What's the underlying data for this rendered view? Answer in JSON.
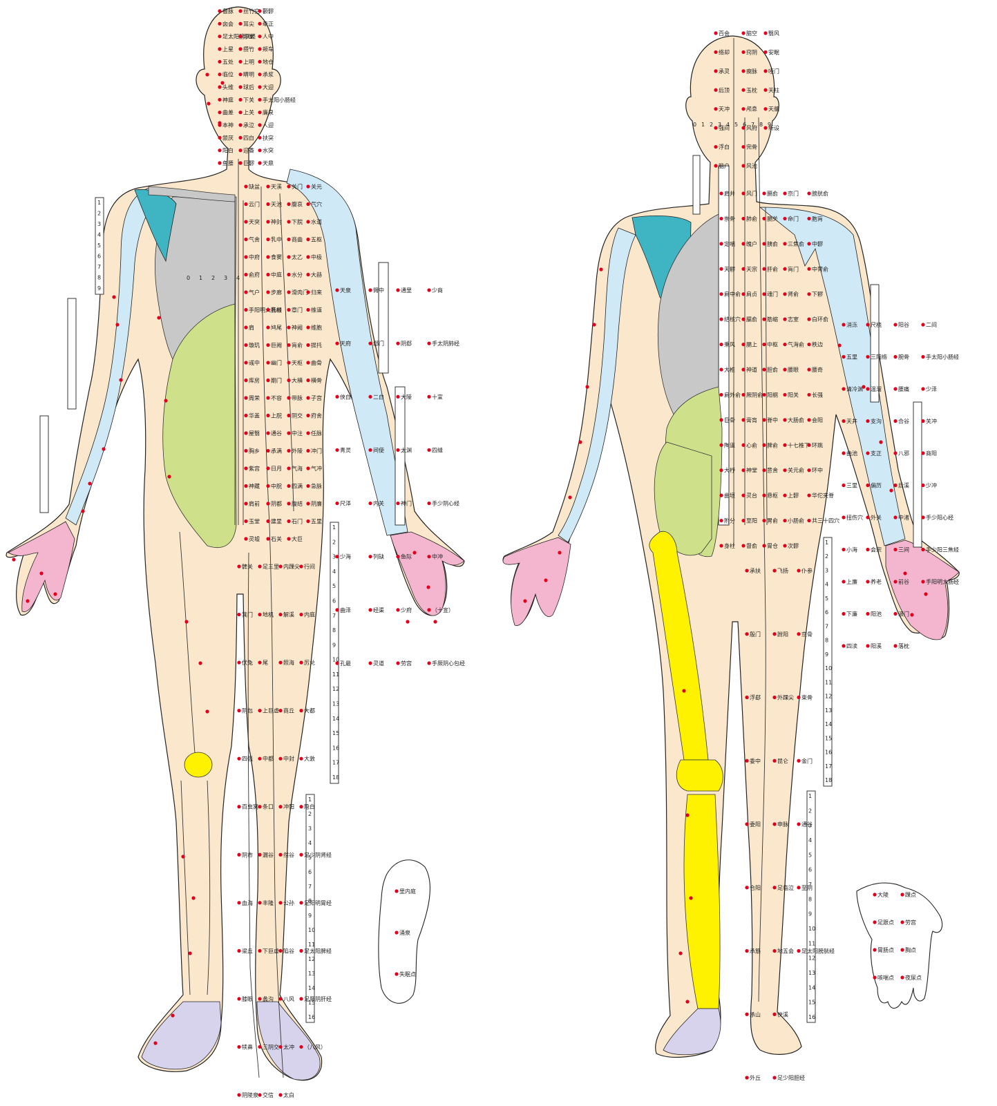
{
  "colors": {
    "skin": "#fbe8cc",
    "point": "#e0001b",
    "large_intestine_channel": "#cfe9f7",
    "scapula": "#3fb4c3",
    "ribs": "#c8c8c8",
    "intestines": "#cfe08a",
    "hands": "#f4b6cf",
    "feet": "#d7d3ec",
    "femur_back": "#fff200",
    "patella": "#fff200"
  },
  "front": {
    "head_labels": [
      "督脉",
      "囟会",
      "足太阳膀胱经",
      "上星",
      "五处",
      "临位",
      "头维",
      "神庭",
      "曲差",
      "本神",
      "颔厌",
      "阳白",
      "鱼腰",
      "丝竹空",
      "耳尖",
      "印堂",
      "攒竹",
      "上明",
      "睛明",
      "球后",
      "下关",
      "上关",
      "承泣",
      "四白",
      "迎香",
      "巨髎",
      "颧髎",
      "牵正",
      "人中",
      "颊车",
      "地仓",
      "承浆",
      "大迎",
      "手太阳小肠经",
      "廉泉",
      "人迎",
      "扶突",
      "水突",
      "天鼎"
    ],
    "trunk_labels": [
      "缺盆",
      "云门",
      "天突",
      "气舍",
      "中府",
      "俞府",
      "气户",
      "手阳明大肠经",
      "肩",
      "璇玑",
      "彧中",
      "库房",
      "周荣",
      "华盖",
      "屋翳",
      "胸乡",
      "紫宫",
      "神藏",
      "肩前",
      "玉堂",
      "灵墟",
      "天溪",
      "天池",
      "神封",
      "乳中",
      "食窦",
      "中庭",
      "步廊",
      "乳根",
      "鸠尾",
      "巨阙",
      "幽门",
      "期门",
      "不容",
      "上脘",
      "通谷",
      "承满",
      "日月",
      "中脘",
      "阴都",
      "建里",
      "石关",
      "关门",
      "腹哀",
      "下脘",
      "商曲",
      "太乙",
      "水分",
      "滑肉门",
      "章门",
      "神阙",
      "肓俞",
      "天枢",
      "大横",
      "带脉",
      "阴交",
      "中注",
      "外陵",
      "气海",
      "四满",
      "腹结",
      "石门",
      "大巨",
      "关元",
      "气穴",
      "水道",
      "五枢",
      "中极",
      "大赫",
      "归来",
      "维道",
      "维胞",
      "提托",
      "曲骨",
      "横骨",
      "子宫",
      "府舍",
      "任脉",
      "冲门",
      "气冲",
      "急脉",
      "阴廉",
      "五里"
    ],
    "arm_labels": [
      "天泉",
      "天府",
      "侠白",
      "青灵",
      "尺泽",
      "少海",
      "曲泽",
      "孔最",
      "臂中",
      "郄门",
      "二白",
      "间使",
      "内关",
      "列缺",
      "经渠",
      "灵道",
      "通里",
      "阴郄",
      "大陵",
      "太渊",
      "神门",
      "鱼际",
      "少府",
      "劳宫",
      "少商",
      "手太阴肺经",
      "十宣",
      "四缝",
      "手少阴心经",
      "中冲",
      "（十宣）",
      "手厥阴心包经"
    ],
    "leg_labels": [
      "髀关",
      "箕门",
      "伏兔",
      "阴包",
      "四强",
      "百虫窝",
      "阴市",
      "血海",
      "梁丘",
      "膝眼",
      "犊鼻",
      "阴陵泉",
      "足三里",
      "地机",
      "尾",
      "上巨虚",
      "中都",
      "条口",
      "漏谷",
      "丰隆",
      "下巨虚",
      "蠡沟",
      "三阴交",
      "交信",
      "内踝尖",
      "解溪",
      "照海",
      "商丘",
      "中封",
      "冲阳",
      "然谷",
      "公孙",
      "陷谷",
      "八风",
      "太冲",
      "太白",
      "行间",
      "内庭",
      "厉兑",
      "大都",
      "大敦",
      "隐白",
      "足少阴肾经",
      "足阳明胃经",
      "足太阳脾经",
      "足厥阴肝经",
      "（八风）"
    ],
    "sole_labels": [
      "里内庭",
      "涌泉",
      "失眠点"
    ]
  },
  "back": {
    "head_labels": [
      "百会",
      "络却",
      "承灵",
      "后顶",
      "天冲",
      "强间",
      "浮白",
      "脑户",
      "脑空",
      "窍阴",
      "瘈脉",
      "玉枕",
      "颅息",
      "风府",
      "完骨",
      "风池",
      "翳风",
      "安眠",
      "哑门",
      "天柱",
      "天牖",
      "新设"
    ],
    "trunk_labels": [
      "肩井",
      "崇骨",
      "定喘",
      "天髎",
      "肩中俞",
      "结核穴",
      "秉风",
      "大椎",
      "肩外俞",
      "巨骨",
      "陶道",
      "大杼",
      "曲垣",
      "附分",
      "身柱",
      "风门",
      "肺俞",
      "魄户",
      "天宗",
      "肩贞",
      "臑俞",
      "臑上",
      "神道",
      "厥阴俞",
      "膏肓",
      "心俞",
      "神堂",
      "灵台",
      "至阳",
      "督俞",
      "膈俞",
      "膈关",
      "胰俞",
      "肝俞",
      "魂门",
      "筋缩",
      "中枢",
      "胆俞",
      "阳纲",
      "脊中",
      "脾俞",
      "意舍",
      "悬枢",
      "胃俞",
      "胃仓",
      "京门",
      "命门",
      "三焦俞",
      "肓门",
      "肾俞",
      "志室",
      "气海俞",
      "腰眼",
      "阳关",
      "大肠俞",
      "十七椎下",
      "关元俞",
      "上髎",
      "小肠俞",
      "次髎",
      "膀胱俞",
      "胞肓",
      "中髎",
      "中膂俞",
      "下髎",
      "白环俞",
      "秩边",
      "腰奇",
      "长强",
      "会阳",
      "环跳",
      "环中",
      "华佗夹脊",
      "共三十四穴"
    ],
    "arm_labels": [
      "消泺",
      "五里",
      "清冷渊",
      "天井",
      "曲池",
      "三里",
      "扭伤穴",
      "小海",
      "上廉",
      "下廉",
      "四渎",
      "尺桡",
      "三阳络",
      "温溜",
      "支沟",
      "支正",
      "偏历",
      "外关",
      "会宗",
      "养老",
      "阳池",
      "阳溪",
      "阳谷",
      "腕骨",
      "腰痛",
      "合谷",
      "八邪",
      "后溪",
      "中渚",
      "三间",
      "前谷",
      "液门",
      "落枕",
      "二间",
      "手太阳小肠经",
      "少泽",
      "关冲",
      "商阳",
      "少冲",
      "手少阳心经",
      "手少阳三焦经",
      "手阳明大肠经"
    ],
    "leg_labels": [
      "承扶",
      "殷门",
      "浮郄",
      "委中",
      "委阳",
      "合阳",
      "承筋",
      "承山",
      "外丘",
      "飞扬",
      "跗阳",
      "外踝尖",
      "昆仑",
      "申脉",
      "足临泣",
      "地五会",
      "侠溪",
      "足少阳胆经",
      "仆参",
      "京骨",
      "束骨",
      "金门",
      "通谷",
      "至阴",
      "足太阳膀胱经"
    ],
    "hand_labels": [
      "大陵",
      "足跟点",
      "胃肠点",
      "咳喘点",
      "踝点",
      "劳宫",
      "胸点",
      "夜尿点"
    ]
  },
  "scales": {
    "front_arm_1": [
      "1",
      "2",
      "3",
      "4",
      "5",
      "6",
      "7",
      "8",
      "9"
    ],
    "front_leg_upper": [
      "1",
      "2",
      "3",
      "4",
      "5",
      "6",
      "7",
      "8",
      "9",
      "10",
      "11",
      "12",
      "13",
      "14",
      "15",
      "16",
      "17",
      "18"
    ],
    "front_leg_lower": [
      "1",
      "2",
      "3",
      "4",
      "5",
      "6",
      "7",
      "8",
      "9",
      "10",
      "11",
      "12",
      "13",
      "14",
      "15",
      "16"
    ],
    "chest_scale": [
      "0",
      "1",
      "2",
      "3",
      "4"
    ],
    "head_scale": [
      "0",
      "1",
      "2",
      "3",
      "4",
      "5",
      "6",
      "7",
      "8",
      "9"
    ]
  }
}
